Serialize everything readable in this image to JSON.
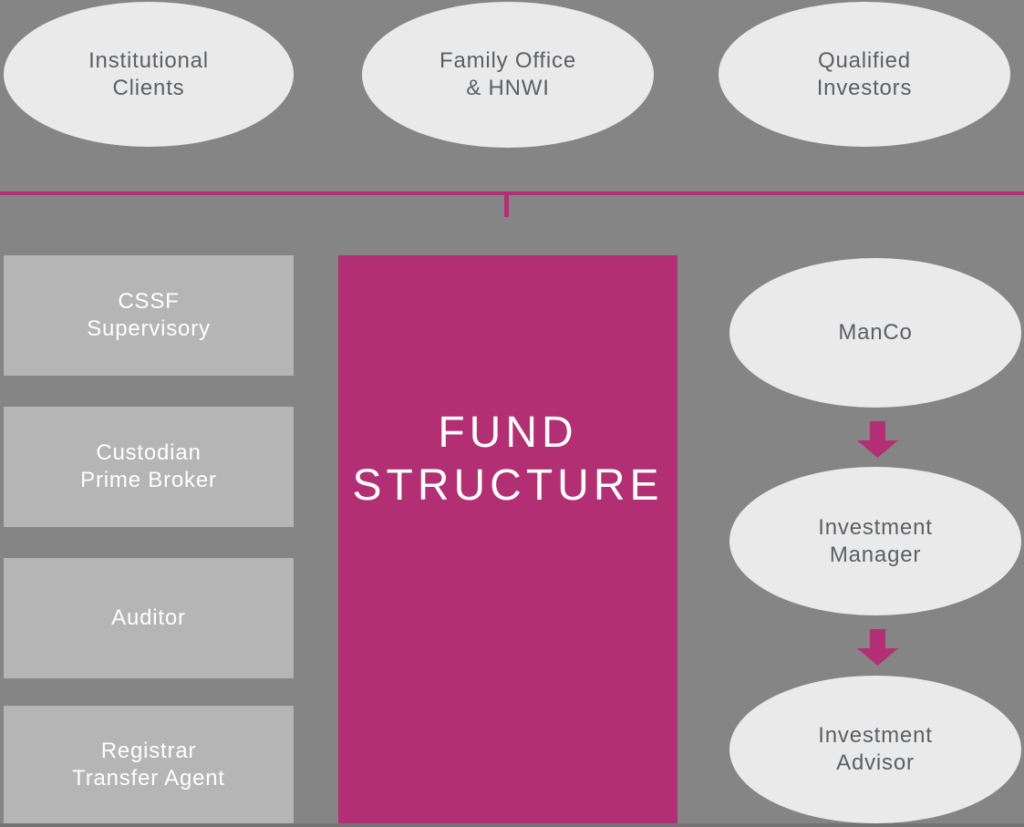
{
  "colors": {
    "background": "#858585",
    "ellipse_fill": "#eaeaea",
    "box_fill": "#b5b5b5",
    "accent": "#b22f73",
    "ellipse_text": "#5c6064",
    "box_text": "#ffffff"
  },
  "icons": {
    "flow_arrow": "arrow-down"
  },
  "top_entities": [
    {
      "line1": "Institutional",
      "line2": "Clients"
    },
    {
      "line1": "Family Office",
      "line2": "& HNWI"
    },
    {
      "line1": "Qualified",
      "line2": "Investors"
    }
  ],
  "left_services": [
    {
      "line1": "CSSF",
      "line2": "Supervisory"
    },
    {
      "line1": "Custodian",
      "line2": "Prime Broker"
    },
    {
      "line1": "Auditor"
    },
    {
      "line1": "Registrar",
      "line2": "Transfer Agent"
    }
  ],
  "center": {
    "title_line1": "FUND",
    "title_line2": "STRUCTURE"
  },
  "right_chain": [
    {
      "line1": "ManCo"
    },
    {
      "line1": "Investment",
      "line2": "Manager"
    },
    {
      "line1": "Investment",
      "line2": "Advisor"
    }
  ]
}
